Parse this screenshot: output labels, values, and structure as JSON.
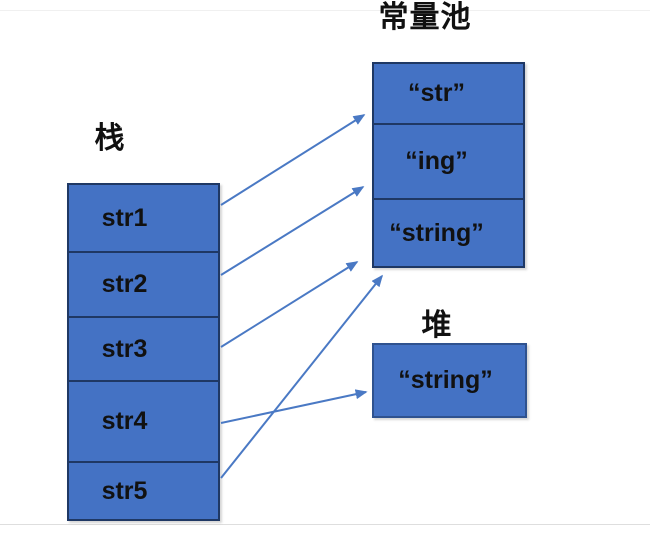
{
  "colors": {
    "box-fill": "#4472C4",
    "box-border": "#1F3864",
    "heap-border": "#2F528F",
    "arrow": "#4A79C4",
    "text": "#111111"
  },
  "diagram": {
    "stack": {
      "title": "栈",
      "cells": [
        "str1",
        "str2",
        "str3",
        "str4",
        "str5"
      ]
    },
    "pool": {
      "title": "常量池",
      "cells": [
        "“str”",
        "“ing”",
        "“string”"
      ]
    },
    "heap": {
      "title": "堆",
      "cells": [
        "“string”"
      ]
    },
    "arrows": [
      {
        "from": "str1",
        "to": "常量池 “str”"
      },
      {
        "from": "str2",
        "to": "常量池 “ing”"
      },
      {
        "from": "str3",
        "to": "常量池 “string”"
      },
      {
        "from": "str4",
        "to": "堆 “string”"
      },
      {
        "from": "str5",
        "to": "常量池 “string”"
      }
    ]
  }
}
